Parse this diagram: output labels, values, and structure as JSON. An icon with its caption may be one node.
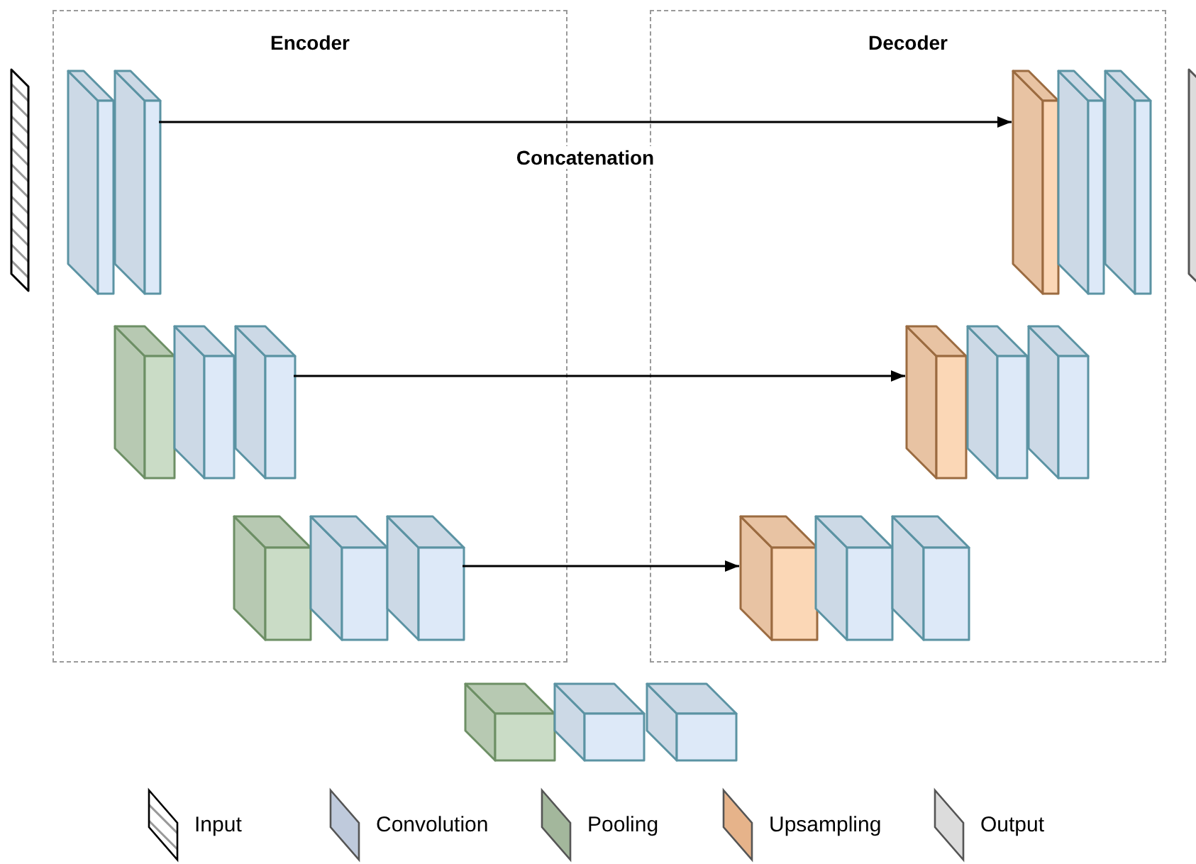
{
  "diagram": {
    "nodes": [
      {
        "text": [
          "Encoder"
        ]
      },
      {
        "text": [
          "Decoder"
        ]
      },
      {
        "text": [],
        "shape": "box"
      },
      {
        "text": [],
        "shape": "box",
        "in": 0
      },
      {
        "text": [],
        "shape": "box",
        "in": 0
      },
      {
        "text": [],
        "shape": "box",
        "in": 0
      },
      {
        "text": [],
        "shape": "box",
        "in": 1
      },
      {
        "text": [],
        "shape": "box",
        "in": 1
      },
      {
        "text": [],
        "shape": "box",
        "in": 1
      },
      {
        "text": [],
        "shape": "box"
      },
      {
        "text": [],
        "shape": "box"
      }
    ],
    "edges": [
      {
        "from": 3,
        "to": 6,
        "arrow": "to",
        "label": "Concatenation"
      },
      {
        "from": 4,
        "to": 7,
        "arrow": "to"
      },
      {
        "from": 5,
        "to": 8,
        "arrow": "to"
      }
    ],
    "legend": [
      {
        "text": "Input"
      },
      {
        "text": "Convolution",
        "color": "#bfcadc"
      },
      {
        "text": "Pooling",
        "color": "#a3b79c"
      },
      {
        "text": "Upsampling",
        "color": "#e6b38a"
      },
      {
        "text": "Output",
        "color": "#dcdcdc"
      }
    ]
  }
}
